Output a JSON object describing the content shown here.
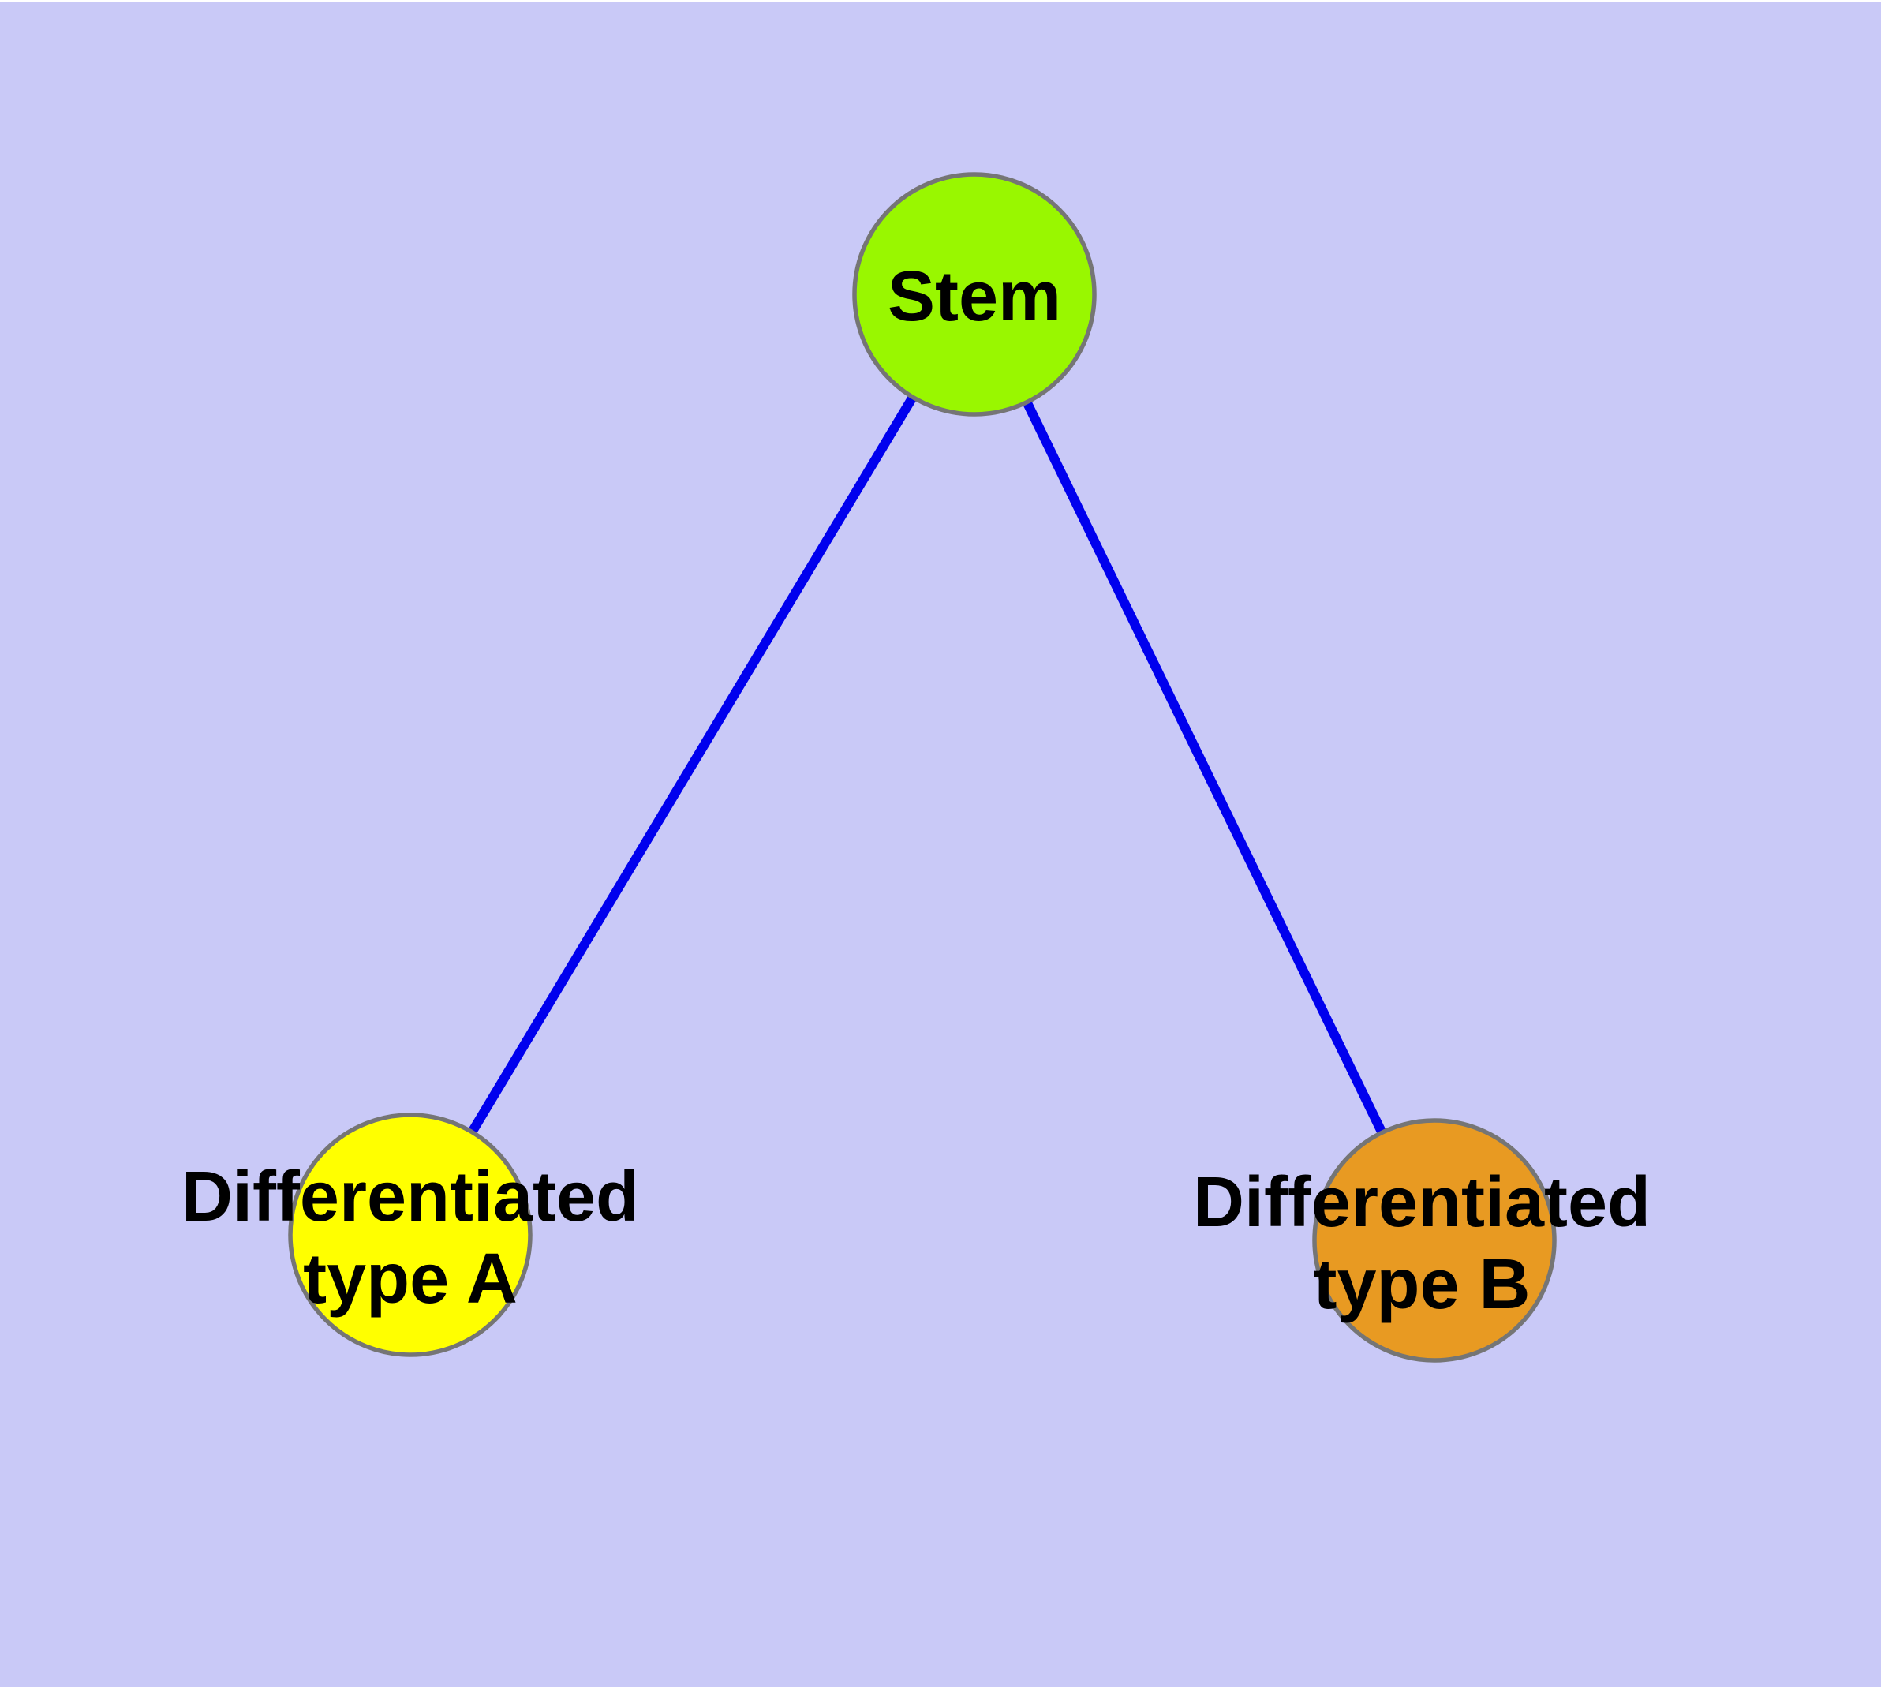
{
  "diagram": {
    "background_color": "#C9C9F7",
    "top_edge_color": "#FFFFFF",
    "edge_color": "#0000EE",
    "node_border_color": "#757575",
    "text_color": "#000000",
    "nodes": [
      {
        "id": "stem",
        "label": "Stem",
        "fill": "#99F700"
      },
      {
        "id": "differentiated-type-a",
        "label": "Differentiated type A",
        "label_line1": "Differentiated",
        "label_line2": "type A",
        "fill": "#FFFF00"
      },
      {
        "id": "differentiated-type-b",
        "label": "Differentiated type B",
        "label_line1": "Differentiated",
        "label_line2": "type B",
        "fill": "#E89A22"
      }
    ],
    "edges": [
      {
        "from": "Stem",
        "to": "Differentiated type A"
      },
      {
        "from": "Stem",
        "to": "Differentiated type B"
      }
    ]
  }
}
